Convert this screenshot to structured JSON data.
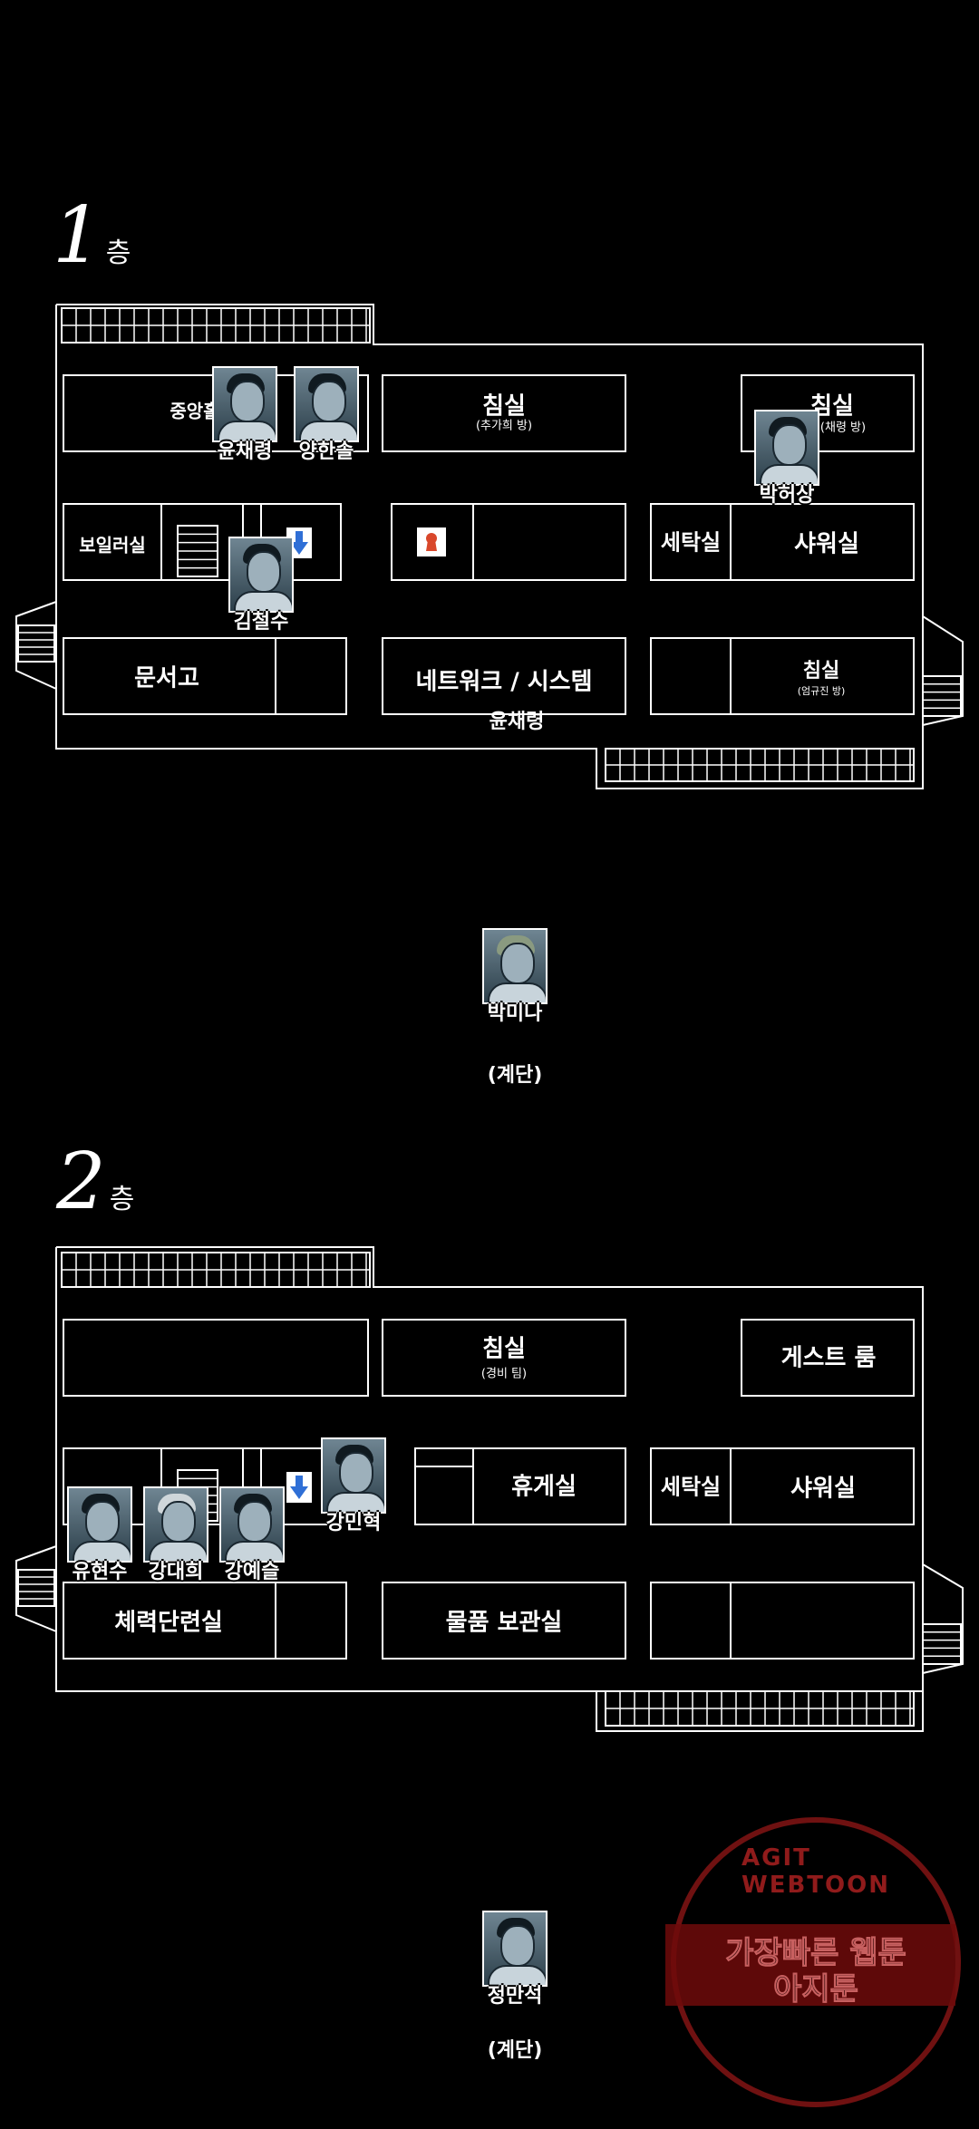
{
  "floors": {
    "f1": {
      "number": "1",
      "suffix": "층",
      "rooms": {
        "central": "중앙홀",
        "bedroom1": "침실",
        "bedroom1_sub": "(추가희 방)",
        "bedroom2": "침실",
        "bedroom2_sub": "(채령 방)",
        "boiler": "보일러실",
        "laundry": "세탁실",
        "shower": "샤워실",
        "archive": "문서고",
        "network": "네트워크 / 시스템",
        "network_note": "윤채령",
        "bedroom3": "침실",
        "bedroom3_sub": "(엄규진 방)"
      }
    },
    "f2": {
      "number": "2",
      "suffix": "층",
      "rooms": {
        "bedroom": "침실",
        "bedroom_sub": "(경비 팀)",
        "guest": "게스트 룸",
        "lounge": "휴게실",
        "laundry": "세탁실",
        "shower": "샤워실",
        "gym": "체력단련실",
        "storage": "물품 보관실"
      }
    }
  },
  "characters": {
    "yoon_chaeryeong": "윤채령",
    "yang_hansol": "양한솔",
    "park_heosang": "박허상",
    "kim_cheolsu": "김철수",
    "park_mina": "박미나",
    "yu_hyeonsu": "유현수",
    "kang_daehui": "강대희",
    "kang_yeseul": "강예슬",
    "kang_minhyeok": "강민혁",
    "jeong_manseok": "정만석"
  },
  "stairs_label_1": "(계단)",
  "stairs_label_2": "(계단)",
  "watermark": {
    "arc": "AGIT WEBTOON",
    "line1": "가장빠른 웹툰",
    "line2": "아지툰"
  },
  "colors": {
    "background": "#000000",
    "lines": "#ffffff",
    "marker_red": "#d9472b",
    "marker_blue": "#2f6fd6",
    "watermark": "#8a1414"
  }
}
